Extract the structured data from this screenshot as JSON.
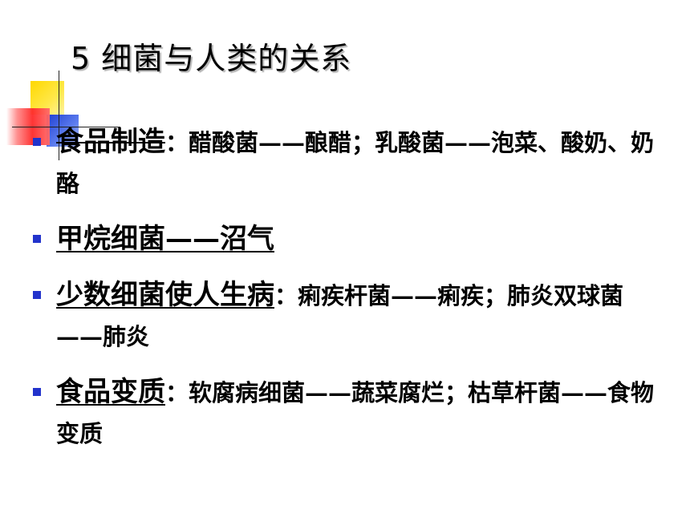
{
  "slide": {
    "title": "5  细菌与人类的关系",
    "bullets": [
      {
        "lead": "食品制造",
        "detail": "：醋酸菌——酿醋；乳酸菌——泡菜、酸奶、奶酪"
      },
      {
        "lead": "甲烷细菌——沼气",
        "detail": ""
      },
      {
        "lead": "少数细菌使人生病",
        "detail": "：痢疾杆菌——痢疾；肺炎双球菌——肺炎"
      },
      {
        "lead": "食品变质",
        "detail": "：软腐病细菌——蔬菜腐烂；枯草杆菌——食物变质"
      }
    ]
  },
  "colors": {
    "bullet": "#2233cc",
    "deco_yellow": "#ffd800",
    "deco_blue": "#1f3fd0",
    "deco_red": "#ff2a2a"
  }
}
